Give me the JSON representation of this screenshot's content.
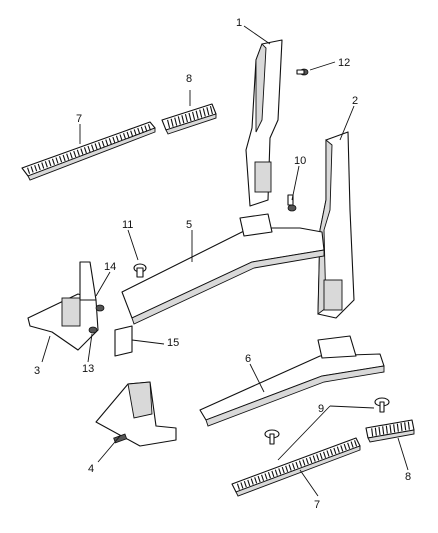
{
  "callouts": [
    {
      "id": "c1",
      "label": "1"
    },
    {
      "id": "c2",
      "label": "2"
    },
    {
      "id": "c3",
      "label": "3"
    },
    {
      "id": "c4",
      "label": "4"
    },
    {
      "id": "c5",
      "label": "5"
    },
    {
      "id": "c6",
      "label": "6"
    },
    {
      "id": "c7a",
      "label": "7"
    },
    {
      "id": "c7b",
      "label": "7"
    },
    {
      "id": "c8a",
      "label": "8"
    },
    {
      "id": "c8b",
      "label": "8"
    },
    {
      "id": "c9",
      "label": "9"
    },
    {
      "id": "c10",
      "label": "10"
    },
    {
      "id": "c11",
      "label": "11"
    },
    {
      "id": "c12",
      "label": "12"
    },
    {
      "id": "c13",
      "label": "13"
    },
    {
      "id": "c14",
      "label": "14"
    },
    {
      "id": "c15",
      "label": "15"
    }
  ]
}
